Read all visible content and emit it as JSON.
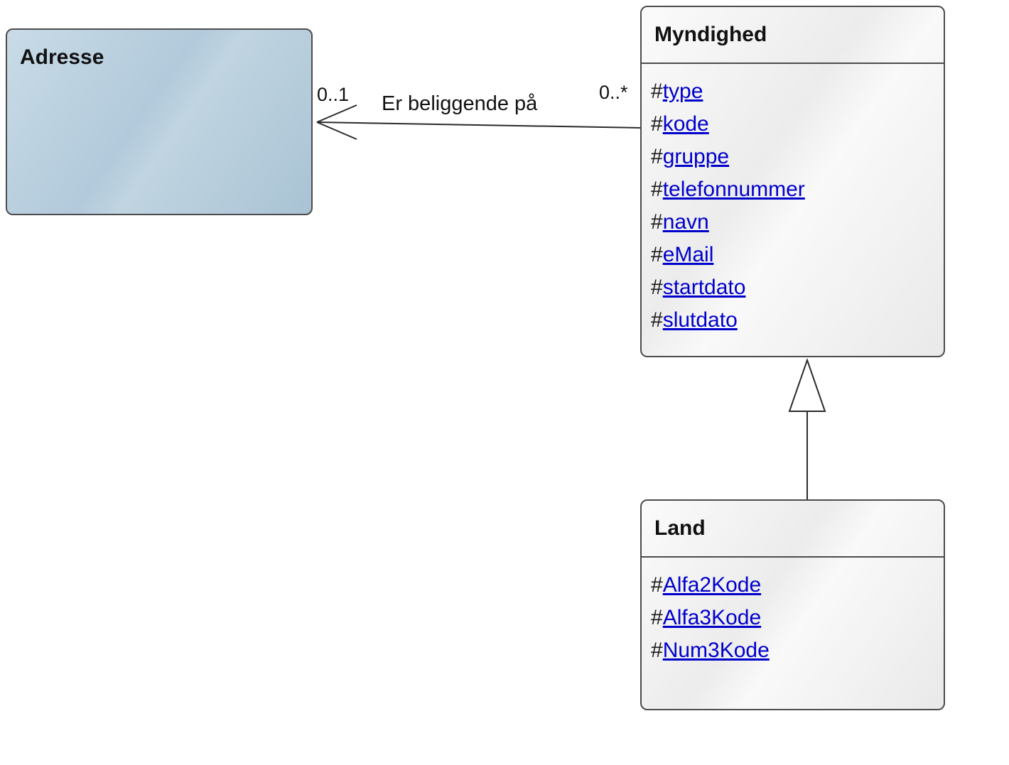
{
  "diagram": {
    "attribute_prefix": "#",
    "classes": {
      "adresse": {
        "title": "Adresse",
        "attributes": []
      },
      "myndighed": {
        "title": "Myndighed",
        "attributes": [
          "type",
          "kode",
          "gruppe",
          "telefonnummer",
          "navn",
          "eMail",
          "startdato",
          "slutdato"
        ]
      },
      "land": {
        "title": "Land",
        "attributes": [
          "Alfa2Kode",
          "Alfa3Kode",
          "Num3Kode"
        ]
      }
    },
    "association": {
      "label": "Er beliggende på",
      "target_multiplicity": "0..1",
      "source_multiplicity": "0..*"
    },
    "colors": {
      "adresse_fill": "#b9cfdd",
      "class_fill": "#efefef",
      "attribute_link": "#0000cc",
      "line": "#2b2b2b"
    }
  }
}
